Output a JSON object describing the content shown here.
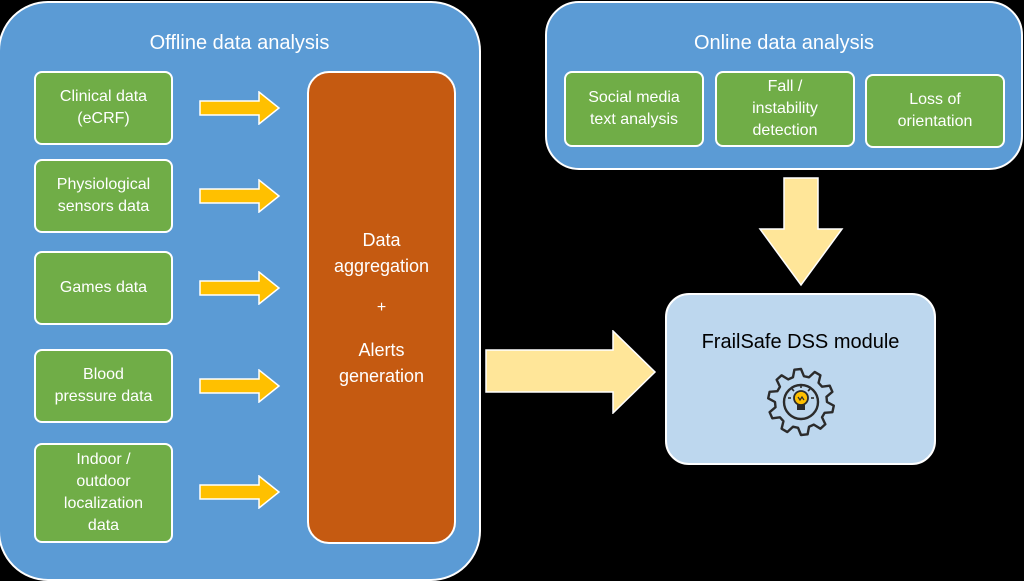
{
  "offline": {
    "title": "Offline data analysis",
    "sources": [
      "Clinical data\n(eCRF)",
      "Physiological\nsensors data",
      "Games data",
      "Blood\npressure data",
      "Indoor /\noutdoor\nlocalization\ndata"
    ],
    "aggregation": {
      "line1": "Data\naggregation",
      "plus": "+",
      "line2": "Alerts\ngeneration"
    }
  },
  "online": {
    "title": "Online data analysis",
    "modules": [
      "Social media\ntext analysis",
      "Fall /\ninstability\ndetection",
      "Loss of\norientation"
    ]
  },
  "dss": {
    "title": "FrailSafe DSS module",
    "icon": "gear-lightbulb-icon"
  },
  "colors": {
    "panel": "#5b9bd5",
    "green_box": "#70ad47",
    "aggregation_box": "#c55a11",
    "small_arrow": "#ffc000",
    "big_arrow": "#ffe699",
    "dss_box": "#bdd7ee"
  }
}
